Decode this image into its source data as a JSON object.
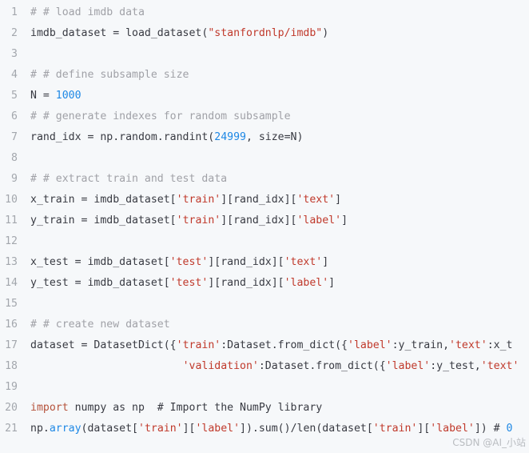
{
  "code": {
    "lines": [
      {
        "num": "1",
        "tokens": [
          {
            "t": "c",
            "v": "# # load imdb data"
          }
        ]
      },
      {
        "num": "2",
        "tokens": [
          {
            "t": "p",
            "v": "imdb_dataset = load_dataset("
          },
          {
            "t": "s",
            "v": "\"stanfordnlp/imdb\""
          },
          {
            "t": "p",
            "v": ")"
          }
        ]
      },
      {
        "num": "3",
        "tokens": []
      },
      {
        "num": "4",
        "tokens": [
          {
            "t": "c",
            "v": "# # define subsample size"
          }
        ]
      },
      {
        "num": "5",
        "tokens": [
          {
            "t": "p",
            "v": "N = "
          },
          {
            "t": "n",
            "v": "1000"
          }
        ]
      },
      {
        "num": "6",
        "tokens": [
          {
            "t": "c",
            "v": "# # generate indexes for random subsample"
          }
        ]
      },
      {
        "num": "7",
        "tokens": [
          {
            "t": "p",
            "v": "rand_idx = np.random.randint("
          },
          {
            "t": "n",
            "v": "24999"
          },
          {
            "t": "p",
            "v": ", size=N)"
          }
        ]
      },
      {
        "num": "8",
        "tokens": []
      },
      {
        "num": "9",
        "tokens": [
          {
            "t": "c",
            "v": "# # extract train and test data"
          }
        ]
      },
      {
        "num": "10",
        "tokens": [
          {
            "t": "p",
            "v": "x_train = imdb_dataset["
          },
          {
            "t": "s",
            "v": "'train'"
          },
          {
            "t": "p",
            "v": "][rand_idx]["
          },
          {
            "t": "s",
            "v": "'text'"
          },
          {
            "t": "p",
            "v": "]"
          }
        ]
      },
      {
        "num": "11",
        "tokens": [
          {
            "t": "p",
            "v": "y_train = imdb_dataset["
          },
          {
            "t": "s",
            "v": "'train'"
          },
          {
            "t": "p",
            "v": "][rand_idx]["
          },
          {
            "t": "s",
            "v": "'label'"
          },
          {
            "t": "p",
            "v": "]"
          }
        ]
      },
      {
        "num": "12",
        "tokens": []
      },
      {
        "num": "13",
        "tokens": [
          {
            "t": "p",
            "v": "x_test = imdb_dataset["
          },
          {
            "t": "s",
            "v": "'test'"
          },
          {
            "t": "p",
            "v": "][rand_idx]["
          },
          {
            "t": "s",
            "v": "'text'"
          },
          {
            "t": "p",
            "v": "]"
          }
        ]
      },
      {
        "num": "14",
        "tokens": [
          {
            "t": "p",
            "v": "y_test = imdb_dataset["
          },
          {
            "t": "s",
            "v": "'test'"
          },
          {
            "t": "p",
            "v": "][rand_idx]["
          },
          {
            "t": "s",
            "v": "'label'"
          },
          {
            "t": "p",
            "v": "]"
          }
        ]
      },
      {
        "num": "15",
        "tokens": []
      },
      {
        "num": "16",
        "tokens": [
          {
            "t": "c",
            "v": "# # create new dataset"
          }
        ]
      },
      {
        "num": "17",
        "tokens": [
          {
            "t": "p",
            "v": "dataset = DatasetDict({"
          },
          {
            "t": "s",
            "v": "'train'"
          },
          {
            "t": "p",
            "v": ":Dataset.from_dict({"
          },
          {
            "t": "s",
            "v": "'label'"
          },
          {
            "t": "p",
            "v": ":y_train,"
          },
          {
            "t": "s",
            "v": "'text'"
          },
          {
            "t": "p",
            "v": ":x_t"
          }
        ]
      },
      {
        "num": "18",
        "tokens": [
          {
            "t": "p",
            "v": "                        "
          },
          {
            "t": "s",
            "v": "'validation'"
          },
          {
            "t": "p",
            "v": ":Dataset.from_dict({"
          },
          {
            "t": "s",
            "v": "'label'"
          },
          {
            "t": "p",
            "v": ":y_test,"
          },
          {
            "t": "s",
            "v": "'text'"
          }
        ]
      },
      {
        "num": "19",
        "tokens": []
      },
      {
        "num": "20",
        "tokens": [
          {
            "t": "k",
            "v": "import"
          },
          {
            "t": "p",
            "v": " numpy as np  # Import the NumPy library"
          }
        ]
      },
      {
        "num": "21",
        "tokens": [
          {
            "t": "p",
            "v": "np."
          },
          {
            "t": "n",
            "v": "array"
          },
          {
            "t": "p",
            "v": "(dataset["
          },
          {
            "t": "s",
            "v": "'train'"
          },
          {
            "t": "p",
            "v": "]["
          },
          {
            "t": "s",
            "v": "'label'"
          },
          {
            "t": "p",
            "v": "]).sum()/len(dataset["
          },
          {
            "t": "s",
            "v": "'train'"
          },
          {
            "t": "p",
            "v": "]["
          },
          {
            "t": "s",
            "v": "'label'"
          },
          {
            "t": "p",
            "v": "]) # "
          },
          {
            "t": "n",
            "v": "0"
          }
        ]
      }
    ]
  },
  "watermark": "CSDN @AI_小站",
  "colors": {
    "background": "#f6f8fa",
    "line_number": "#a3a7ad",
    "comment": "#a0a1a7",
    "string": "#c0392b",
    "number": "#1e88e5",
    "keyword": "#b5523b",
    "plain": "#383a42"
  }
}
